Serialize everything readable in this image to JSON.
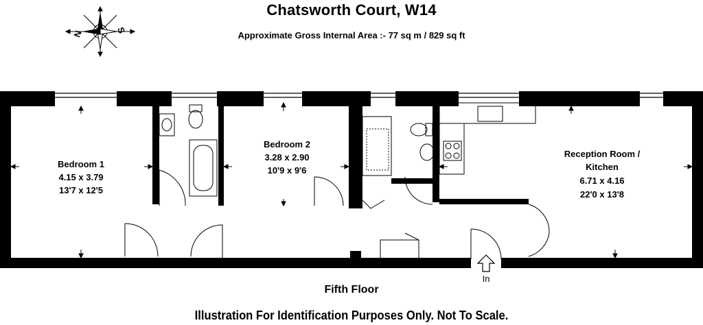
{
  "header": {
    "title": "Chatsworth Court, W14",
    "subtitle": "Approximate Gross Internal Area :- 77 sq m / 829 sq ft"
  },
  "compass": {
    "north_label": "N",
    "south_label": "S"
  },
  "rooms": {
    "bedroom1": {
      "name": "Bedroom 1",
      "metric": "4.15 x 3.79",
      "imperial": "13'7 x 12'5"
    },
    "bedroom2": {
      "name": "Bedroom 2",
      "metric": "3.28 x 2.90",
      "imperial": "10'9 x 9'6"
    },
    "reception": {
      "name_line1": "Reception Room /",
      "name_line2": "Kitchen",
      "metric": "6.71 x 4.16",
      "imperial": "22'0 x 13'8"
    }
  },
  "entrance_label": "In",
  "floor_label": "Fifth Floor",
  "disclaimer": "Illustration For Identification Purposes Only. Not To Scale.",
  "colors": {
    "wall": "#000000",
    "background": "#ffffff"
  }
}
